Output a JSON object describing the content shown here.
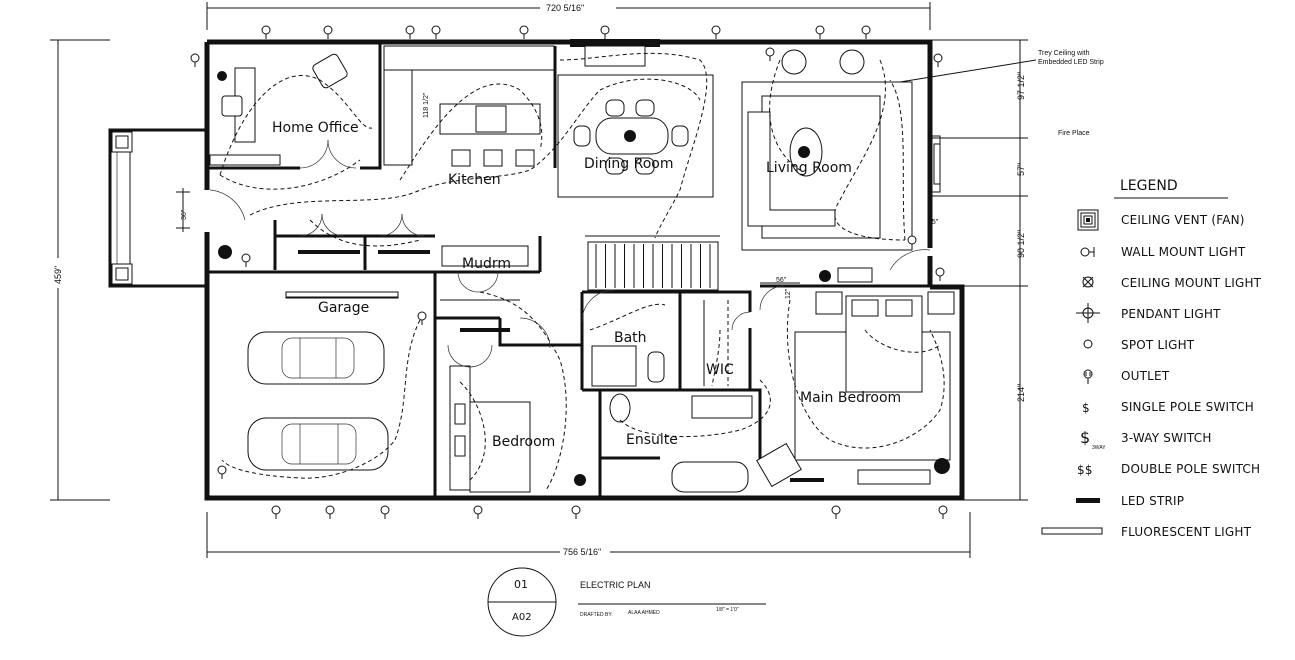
{
  "dimensions": {
    "top_width": "720 5/16\"",
    "bottom_width": "756 5/16\"",
    "left_height": "459\"",
    "porch_depth": "36\"",
    "kitchen_wall": "118 1/2\"",
    "right_top": "97 1/2\"",
    "right_57": "57\"",
    "right_15": "15\"",
    "right_90": "90 1/2\"",
    "right_214": "214\"",
    "door_56": "56\"",
    "door_12": "12\""
  },
  "rooms": {
    "home_office": "Home Office",
    "kitchen": "Kitchen",
    "dining_room": "Dining Room",
    "living_room": "Living Room",
    "mudroom": "Mudrm",
    "garage": "Garage",
    "bath": "Bath",
    "wic": "WIC",
    "main_bedroom": "Main Bedroom",
    "bedroom": "Bedroom",
    "ensuite": "Ensuite"
  },
  "callouts": {
    "trey_ceiling": [
      "Trey Ceiling with",
      "Embedded LED Strip"
    ],
    "fire_place": "Fire Place"
  },
  "legend": {
    "title": "LEGEND",
    "items": [
      {
        "label": "CEILING VENT (FAN)",
        "icon": "ceiling-vent-icon"
      },
      {
        "label": "WALL MOUNT LIGHT",
        "icon": "wall-mount-light-icon"
      },
      {
        "label": "CEILING MOUNT LIGHT",
        "icon": "ceiling-mount-light-icon"
      },
      {
        "label": "PENDANT LIGHT",
        "icon": "pendant-light-icon"
      },
      {
        "label": "SPOT LIGHT",
        "icon": "spot-light-icon"
      },
      {
        "label": "OUTLET",
        "icon": "outlet-icon"
      },
      {
        "label": "SINGLE POLE SWITCH",
        "icon": "single-pole-switch-icon"
      },
      {
        "label": "3-WAY SWITCH",
        "icon": "three-way-switch-icon"
      },
      {
        "label": "DOUBLE POLE SWITCH",
        "icon": "double-pole-switch-icon"
      },
      {
        "label": "LED STRIP",
        "icon": "led-strip-icon"
      },
      {
        "label": "FLUORESCENT LIGHT",
        "icon": "fluorescent-light-icon"
      }
    ],
    "switch_symbol": "$",
    "double_switch_symbol": "$$",
    "three_way_subscript": "3WAY"
  },
  "title_block": {
    "sheet_number": "01",
    "sheet_code": "A02",
    "title": "ELECTRIC PLAN",
    "drafted_by_label": "DRAFTED BY:",
    "drafter": "ALAA AHMED",
    "scale": "1/8\" = 1'0\""
  }
}
